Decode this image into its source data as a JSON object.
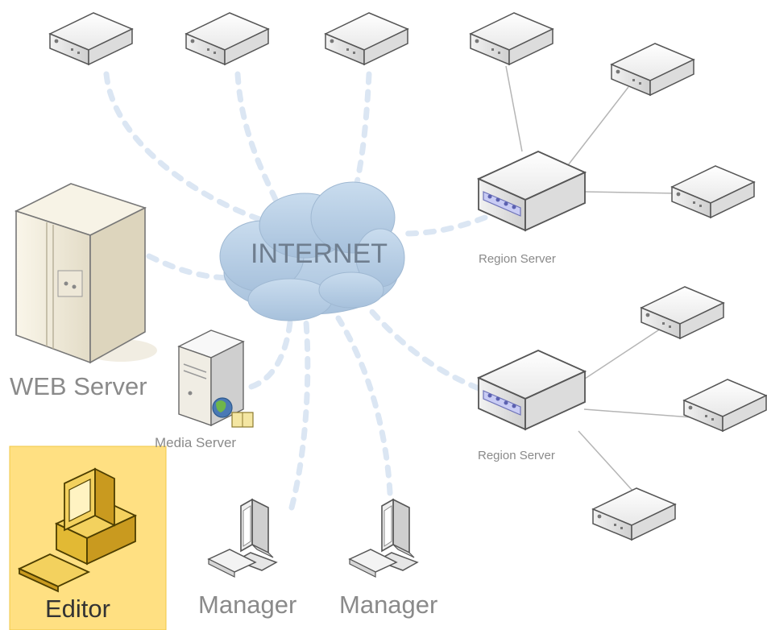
{
  "nodes": {
    "internet": "INTERNET",
    "web_server": "WEB Server",
    "media_server": "Media Server",
    "region_server_1": "Region Server",
    "region_server_2": "Region Server",
    "editor": "Editor",
    "manager_1": "Manager",
    "manager_2": "Manager"
  },
  "edges": [
    {
      "from": "client-1",
      "to": "internet",
      "style": "dashed"
    },
    {
      "from": "client-2",
      "to": "internet",
      "style": "dashed"
    },
    {
      "from": "client-3",
      "to": "internet",
      "style": "dashed"
    },
    {
      "from": "web_server",
      "to": "internet",
      "style": "dashed"
    },
    {
      "from": "media_server",
      "to": "internet",
      "style": "dashed"
    },
    {
      "from": "region_server_1",
      "to": "internet",
      "style": "dashed"
    },
    {
      "from": "region_server_2",
      "to": "internet",
      "style": "dashed"
    },
    {
      "from": "manager_1",
      "to": "internet",
      "style": "dashed"
    },
    {
      "from": "manager_2",
      "to": "internet",
      "style": "dashed"
    },
    {
      "from": "region_server_1",
      "to": "client-4",
      "style": "solid"
    },
    {
      "from": "region_server_1",
      "to": "client-5",
      "style": "solid"
    },
    {
      "from": "region_server_1",
      "to": "client-6",
      "style": "solid"
    },
    {
      "from": "region_server_2",
      "to": "client-7",
      "style": "solid"
    },
    {
      "from": "region_server_2",
      "to": "client-8",
      "style": "solid"
    },
    {
      "from": "region_server_2",
      "to": "client-9",
      "style": "solid"
    }
  ],
  "colors": {
    "dashed_link": "#dbe6f3",
    "solid_link": "#b5b5b5",
    "cloud": "#b9d0e6",
    "editor_highlight": "#ffe082",
    "label": "#8a8a8a"
  }
}
